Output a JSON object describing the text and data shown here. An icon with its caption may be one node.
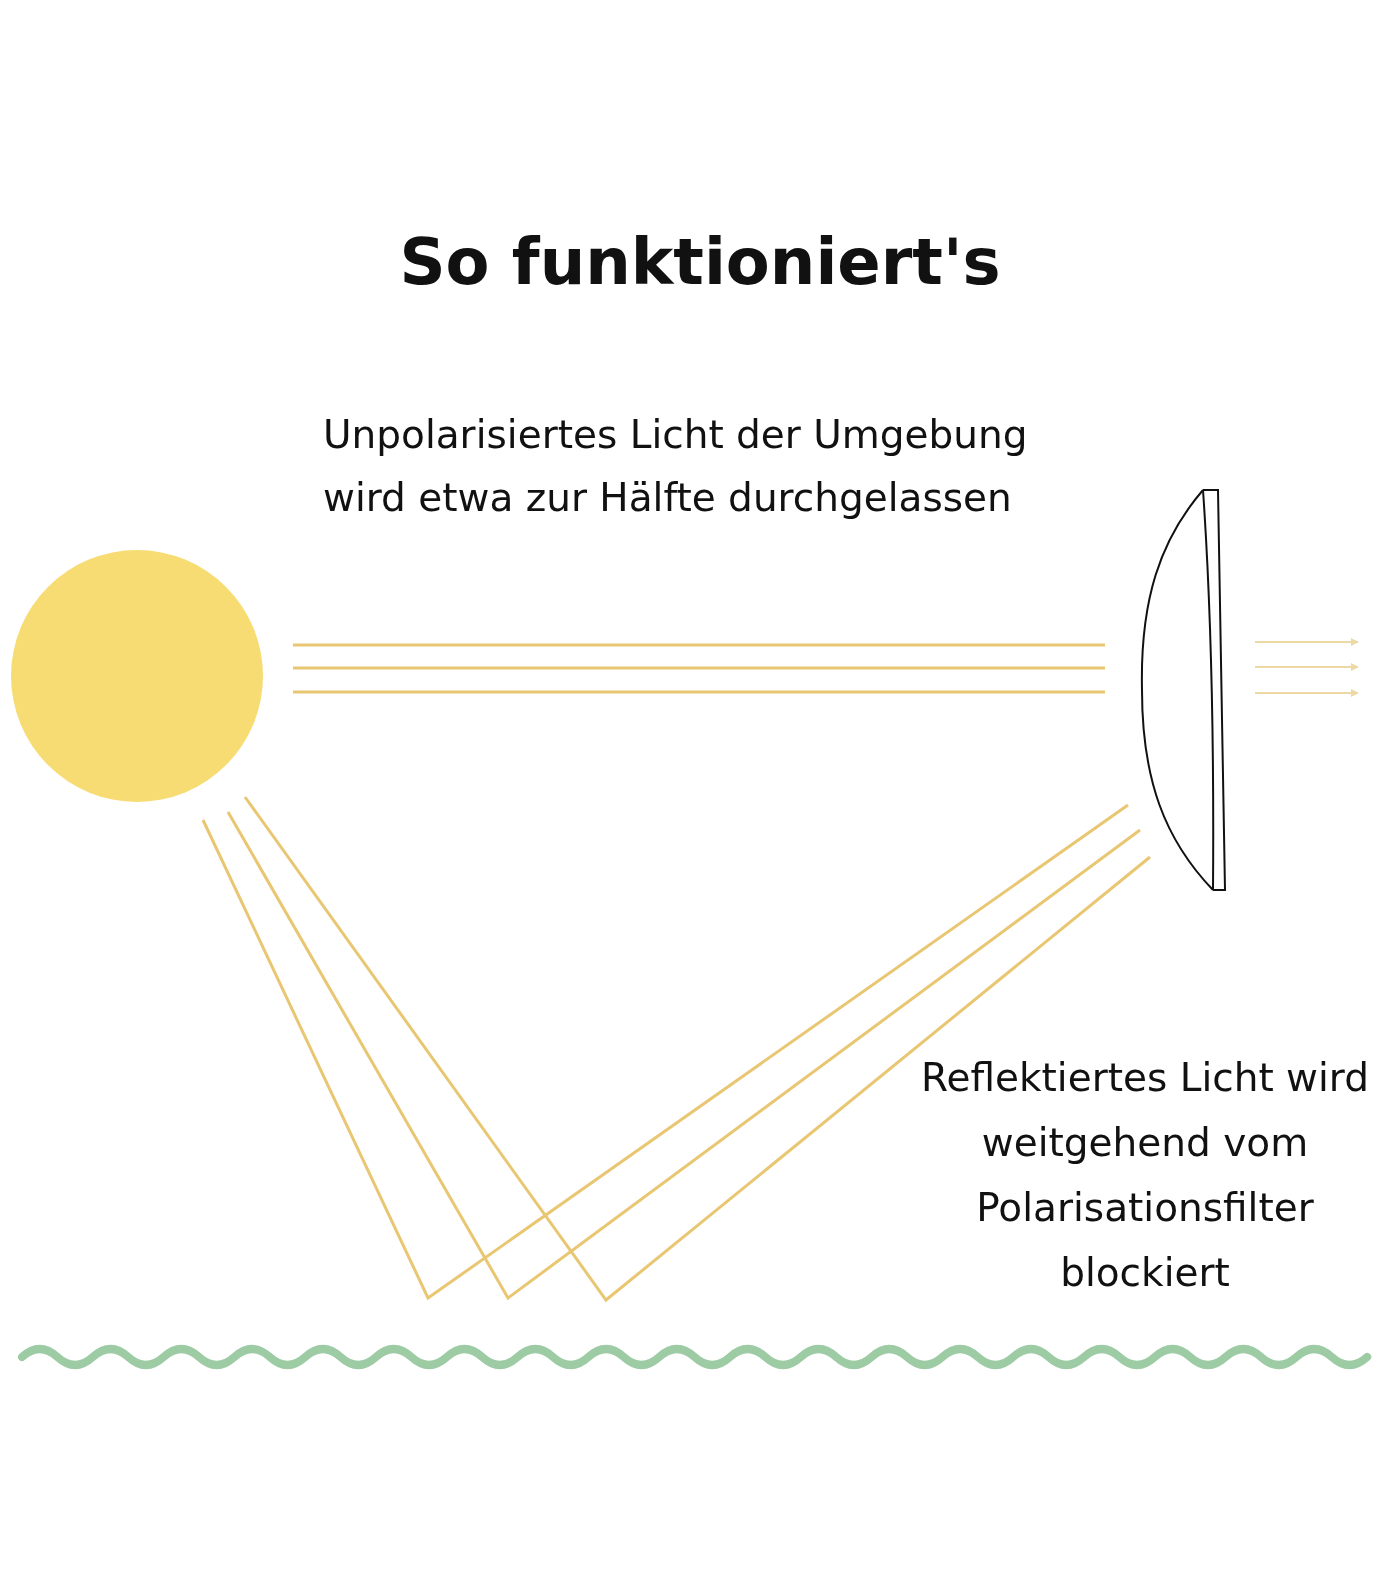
{
  "diagram": {
    "title": "So funktioniert's",
    "labels": [
      "Unpolarisiertes Licht der Umgebung wird etwa zur Hälfte durchgelassen",
      "Reflektiertes Licht wird weitgehend vom Polarisationsfilter blockiert"
    ]
  }
}
